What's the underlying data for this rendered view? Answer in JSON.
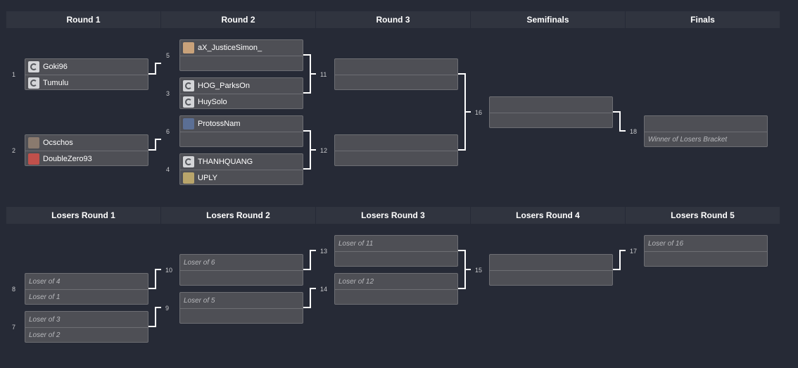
{
  "headers": {
    "upper": [
      "Round 1",
      "Round 2",
      "Round 3",
      "Semifinals",
      "Finals"
    ],
    "lower": [
      "Losers Round 1",
      "Losers Round 2",
      "Losers Round 3",
      "Losers Round 4",
      "Losers Round 5"
    ]
  },
  "matches": {
    "m1": {
      "num": "1",
      "top": "Goki96",
      "bot": "Tumulu",
      "top_icon": "terran-icon",
      "bot_icon": "terran-icon"
    },
    "m2": {
      "num": "2",
      "top": "Ocschos",
      "bot": "DoubleZero93",
      "top_icon": "avatar-icon",
      "bot_icon": "avatar-icon"
    },
    "m5": {
      "num": "5",
      "top": "aX_JusticeSimon_",
      "bot": "",
      "top_icon": "avatar-icon"
    },
    "m3": {
      "num": "3",
      "top": "HOG_ParksOn",
      "bot": "HuySolo",
      "top_icon": "terran-icon",
      "bot_icon": "terran-icon"
    },
    "m6": {
      "num": "6",
      "top": "ProtossNam",
      "bot": "",
      "top_icon": "protoss-icon"
    },
    "m4": {
      "num": "4",
      "top": "THANHQUANG",
      "bot": "UPLY",
      "top_icon": "terran-icon",
      "bot_icon": "avatar-icon"
    },
    "m11": {
      "num": "11",
      "top": "",
      "bot": ""
    },
    "m12": {
      "num": "12",
      "top": "",
      "bot": ""
    },
    "m16": {
      "num": "16",
      "top": "",
      "bot": ""
    },
    "m18": {
      "num": "18",
      "top": "",
      "bot": "Winner of Losers Bracket"
    },
    "m8": {
      "num": "8",
      "top": "Loser of 4",
      "bot": "Loser of 1"
    },
    "m7": {
      "num": "7",
      "top": "Loser of 3",
      "bot": "Loser of 2"
    },
    "m10": {
      "num": "10",
      "top": "Loser of 6",
      "bot": ""
    },
    "m9": {
      "num": "9",
      "top": "Loser of 5",
      "bot": ""
    },
    "m13": {
      "num": "13",
      "top": "Loser of 11",
      "bot": ""
    },
    "m14": {
      "num": "14",
      "top": "Loser of 12",
      "bot": ""
    },
    "m15": {
      "num": "15",
      "top": "",
      "bot": ""
    },
    "m17": {
      "num": "17",
      "top": "Loser of 16",
      "bot": ""
    }
  }
}
